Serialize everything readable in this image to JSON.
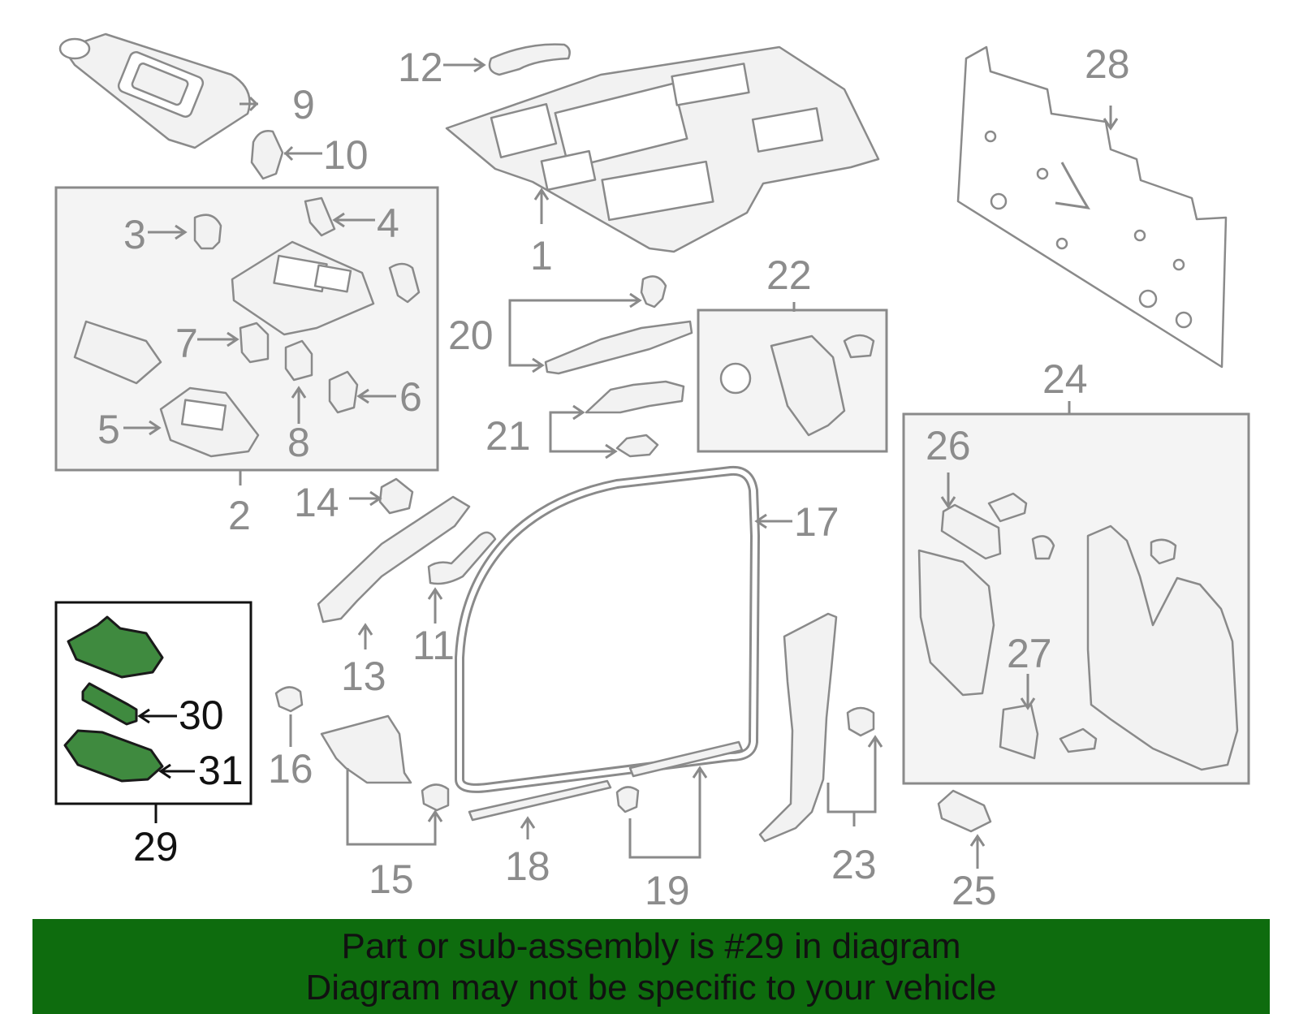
{
  "diagram": {
    "callouts": {
      "c1": "1",
      "c2": "2",
      "c3": "3",
      "c4": "4",
      "c5": "5",
      "c6": "6",
      "c7": "7",
      "c8": "8",
      "c9": "9",
      "c10": "10",
      "c11": "11",
      "c12": "12",
      "c13": "13",
      "c14": "14",
      "c15": "15",
      "c16": "16",
      "c17": "17",
      "c18": "18",
      "c19": "19",
      "c20": "20",
      "c21": "21",
      "c22": "22",
      "c23": "23",
      "c24": "24",
      "c25": "25",
      "c26": "26",
      "c27": "27",
      "c28": "28",
      "c29": "29",
      "c30": "30",
      "c31": "31"
    },
    "highlight_color": "#3f8a3f"
  },
  "banner": {
    "line1": "Part or sub-assembly is #29 in diagram",
    "line2": "Diagram may not be specific to your vehicle",
    "background": "#0e6c0e"
  }
}
